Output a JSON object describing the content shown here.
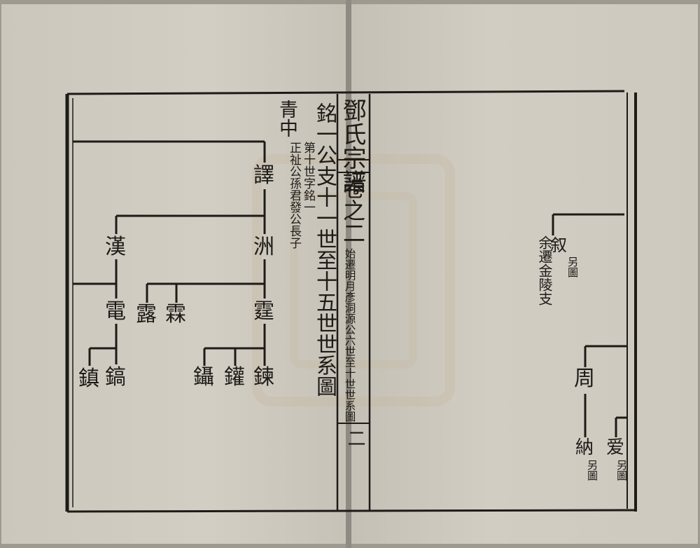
{
  "center": {
    "book_title": "鄧氏宗譜",
    "volume": "卷之二",
    "left_title": "銘一公支十一世至十五世世系圖",
    "right_title": "始遷明月彥洞源公六世至十世世系圖",
    "page_number": "二"
  },
  "left_page": {
    "top_name": "青中",
    "note_line1": "第十世字銘一",
    "note_line2": "正祉公孫君發公長子",
    "gen12": "譯",
    "gen13": [
      "漢",
      "洲"
    ],
    "gen14_han": [
      "電"
    ],
    "gen14_zhou": [
      "霆",
      "霖",
      "露"
    ],
    "gen15_dian": [
      "鎬",
      "鎮"
    ],
    "gen15_ting": [
      "鍊",
      "鑵",
      "鑷"
    ]
  },
  "right_page": {
    "person1_name": "叙",
    "person1_note": "另圖",
    "person1_desc": "余遷金陵支",
    "person2_name": "周",
    "person3_name": "爱",
    "person3_note": "另圖",
    "person4_name": "納",
    "person4_note": "另圖"
  }
}
